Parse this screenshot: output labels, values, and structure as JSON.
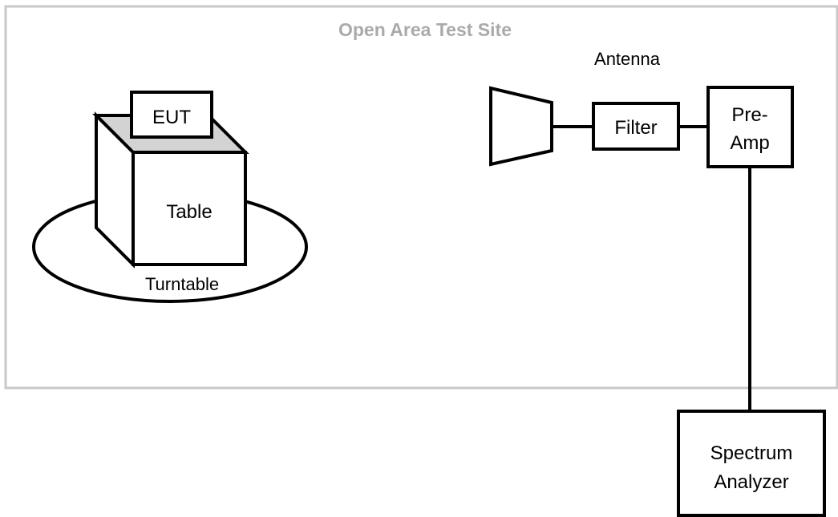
{
  "site": {
    "title": "Open Area Test Site",
    "border_color": "#c8c8c8",
    "title_color": "#aaaaaa"
  },
  "nodes": {
    "eut": {
      "label": "EUT"
    },
    "table": {
      "label": "Table",
      "top_color": "#d3d3d3"
    },
    "turntable": {
      "label": "Turntable"
    },
    "antenna": {
      "label": "Antenna",
      "icon": "horn-antenna-icon"
    },
    "filter": {
      "label": "Filter"
    },
    "preamp": {
      "label_line1": "Pre-",
      "label_line2": "Amp"
    },
    "analyzer": {
      "label_line1": "Spectrum",
      "label_line2": "Analyzer"
    }
  },
  "connections": [
    {
      "from": "Antenna",
      "to": "Filter"
    },
    {
      "from": "Filter",
      "to": "Pre-Amp"
    },
    {
      "from": "Pre-Amp",
      "to": "Spectrum Analyzer"
    }
  ]
}
